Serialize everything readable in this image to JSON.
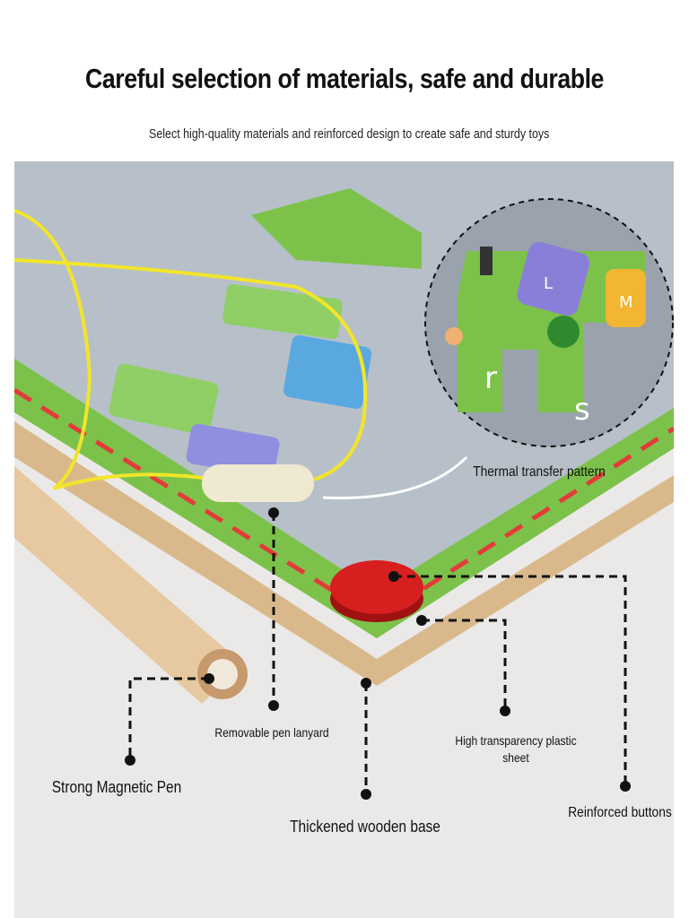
{
  "header": {
    "title": "Careful selection of materials, safe and durable",
    "subtitle": "Select high-quality materials and reinforced design to create safe and sturdy toys"
  },
  "callouts": {
    "thermal": "Thermal transfer pattern",
    "lanyard": "Removable pen lanyard",
    "plastic_line1": "High transparency plastic",
    "plastic_line2": "sheet",
    "pen": "Strong Magnetic Pen",
    "base": "Thickened wooden base",
    "buttons": "Reinforced buttons"
  },
  "inset": {
    "letters": [
      "r",
      "s"
    ],
    "car_letters": [
      "L",
      "M"
    ]
  },
  "colors": {
    "board": "#b7c0c8",
    "green": "#7cc24a",
    "red_button": "#d81f1f",
    "wood": "#e2c49a"
  }
}
